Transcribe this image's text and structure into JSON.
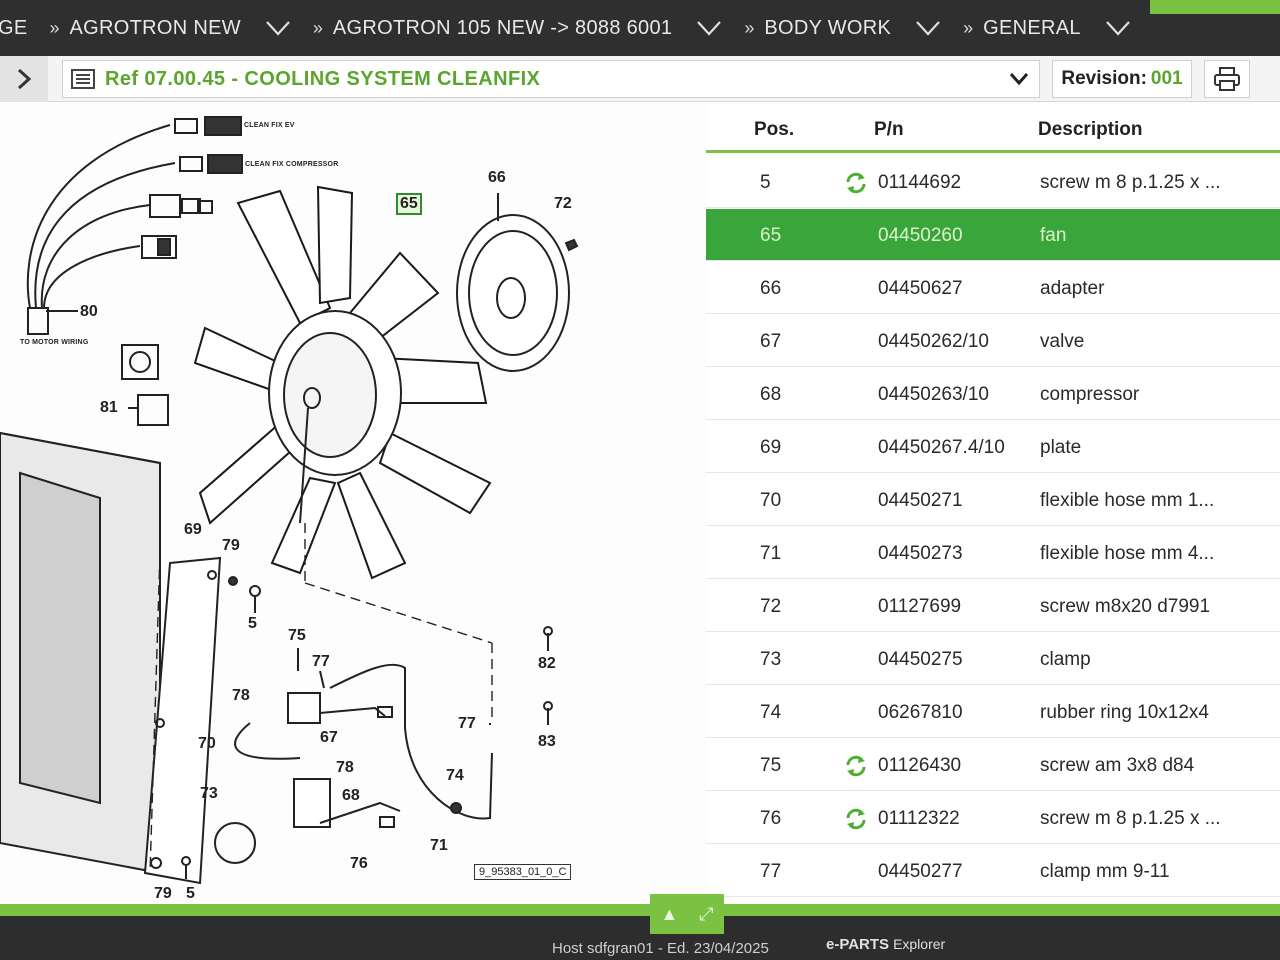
{
  "breadcrumbs": [
    {
      "label": "GE"
    },
    {
      "label": "AGROTRON NEW"
    },
    {
      "label": "AGROTRON 105 NEW -> 8088 6001"
    },
    {
      "label": "BODY WORK"
    },
    {
      "label": "GENERAL"
    }
  ],
  "crumb_separator": "»",
  "ref": {
    "title": "Ref 07.00.45 - COOLING SYSTEM CLEANFIX",
    "revision_label": "Revision:",
    "revision_value": "001"
  },
  "table": {
    "headers": {
      "pos": "Pos.",
      "pn": "P/n",
      "desc": "Description"
    },
    "rows": [
      {
        "pos": "5",
        "pn": "01144692",
        "desc": "screw m 8 p.1.25 x ...",
        "sync": true,
        "selected": false
      },
      {
        "pos": "65",
        "pn": "04450260",
        "desc": "fan",
        "sync": false,
        "selected": true
      },
      {
        "pos": "66",
        "pn": "04450627",
        "desc": "adapter",
        "sync": false,
        "selected": false
      },
      {
        "pos": "67",
        "pn": "04450262/10",
        "desc": "valve",
        "sync": false,
        "selected": false
      },
      {
        "pos": "68",
        "pn": "04450263/10",
        "desc": "compressor",
        "sync": false,
        "selected": false
      },
      {
        "pos": "69",
        "pn": "04450267.4/10",
        "desc": "plate",
        "sync": false,
        "selected": false
      },
      {
        "pos": "70",
        "pn": "04450271",
        "desc": "flexible hose mm 1...",
        "sync": false,
        "selected": false
      },
      {
        "pos": "71",
        "pn": "04450273",
        "desc": "flexible hose mm 4...",
        "sync": false,
        "selected": false
      },
      {
        "pos": "72",
        "pn": "01127699",
        "desc": "screw m8x20 d7991",
        "sync": false,
        "selected": false
      },
      {
        "pos": "73",
        "pn": "04450275",
        "desc": "clamp",
        "sync": false,
        "selected": false
      },
      {
        "pos": "74",
        "pn": "06267810",
        "desc": "rubber ring 10x12x4",
        "sync": false,
        "selected": false
      },
      {
        "pos": "75",
        "pn": "01126430",
        "desc": "screw am 3x8 d84",
        "sync": true,
        "selected": false
      },
      {
        "pos": "76",
        "pn": "01112322",
        "desc": "screw m 8 p.1.25 x ...",
        "sync": true,
        "selected": false
      },
      {
        "pos": "77",
        "pn": "04450277",
        "desc": "clamp mm 9-11",
        "sync": false,
        "selected": false
      }
    ]
  },
  "diagram": {
    "callouts": [
      "65",
      "66",
      "72",
      "80",
      "81",
      "69",
      "79",
      "5",
      "75",
      "77",
      "78",
      "67",
      "70",
      "78",
      "73",
      "68",
      "74",
      "71",
      "76",
      "79",
      "5",
      "82",
      "83",
      "77"
    ],
    "wire_labels": [
      "CLEAN FIX EV",
      "CLEAN FIX COMPRESSOR",
      "TO MOTOR WIRING"
    ],
    "figure_ref": "9_95383_01_0_C"
  },
  "footer": {
    "user_text": "Host sdfgran01 - Ed. 23/04/2025",
    "brand": "e-PARTS",
    "brand_suffix": "Explorer",
    "nav_up": "▲",
    "nav_expand": "⤢"
  },
  "colors": {
    "accent": "#7cc242",
    "selected_row": "#3aa53a",
    "title_green": "#5aa52c",
    "topbar": "#2f2f2f"
  }
}
